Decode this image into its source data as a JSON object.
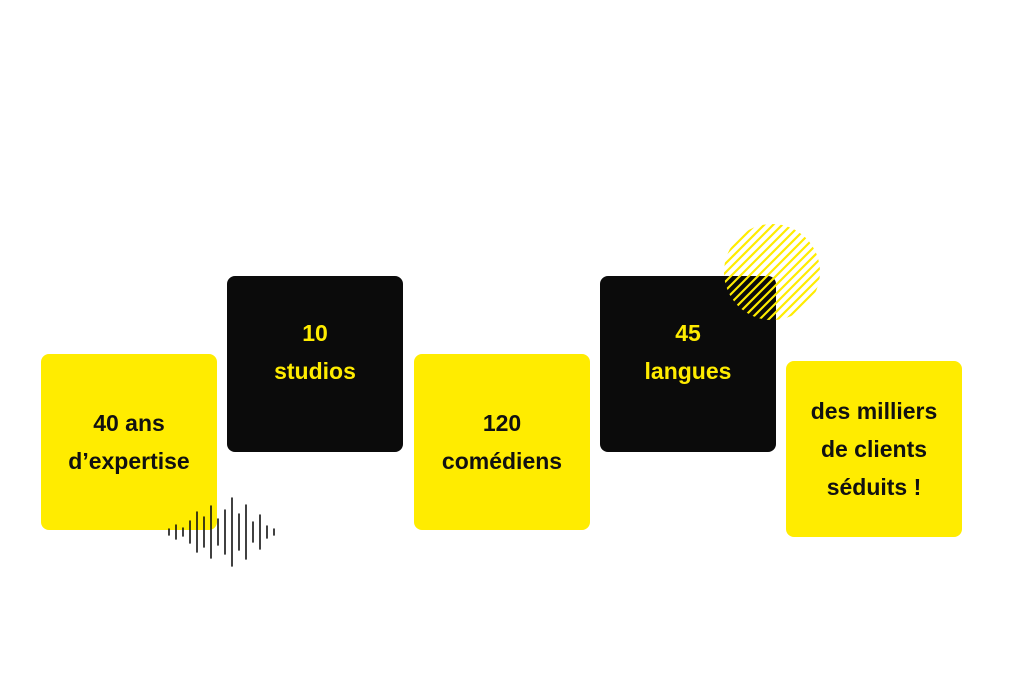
{
  "colors": {
    "yellow": "#ffec00",
    "black": "#0b0b0b"
  },
  "cards": [
    {
      "theme": "yellow",
      "lines": [
        "40 ans",
        "d’expertise"
      ]
    },
    {
      "theme": "black",
      "lines": [
        "10",
        "studios"
      ]
    },
    {
      "theme": "yellow",
      "lines": [
        "120",
        "comédiens"
      ]
    },
    {
      "theme": "black",
      "lines": [
        "45",
        "langues"
      ]
    },
    {
      "theme": "yellow",
      "lines": [
        "des milliers",
        "de clients",
        "séduits !"
      ]
    }
  ],
  "decorations": {
    "waveform_icon": "sound-waveform-icon",
    "stripes_icon": "diagonal-stripes-circle-icon"
  }
}
